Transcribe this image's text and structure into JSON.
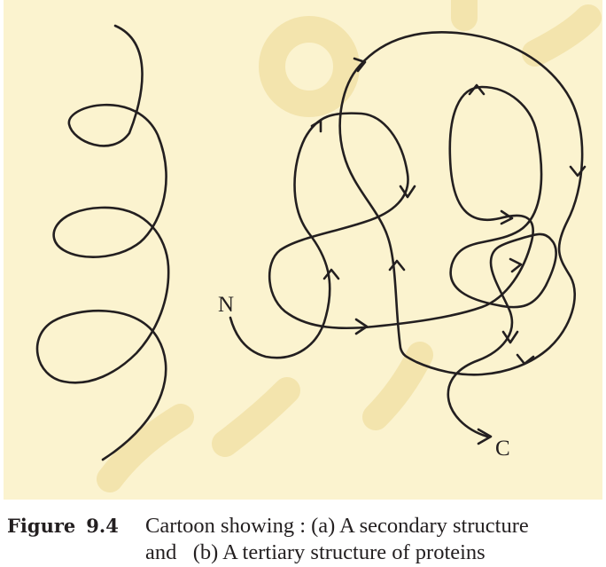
{
  "figure": {
    "labels": {
      "n_terminus": "N",
      "c_terminus": "C"
    },
    "structures": [
      "secondary",
      "tertiary"
    ],
    "colors": {
      "background": "#fbf3cf",
      "line": "#231f20",
      "watermark": "#f5e6b0"
    }
  },
  "caption": {
    "label_word": "Figure",
    "label_number": "9.4",
    "line1": "Cartoon showing : (a) A secondary structure",
    "line2": "and   (b) A tertiary structure of proteins"
  }
}
